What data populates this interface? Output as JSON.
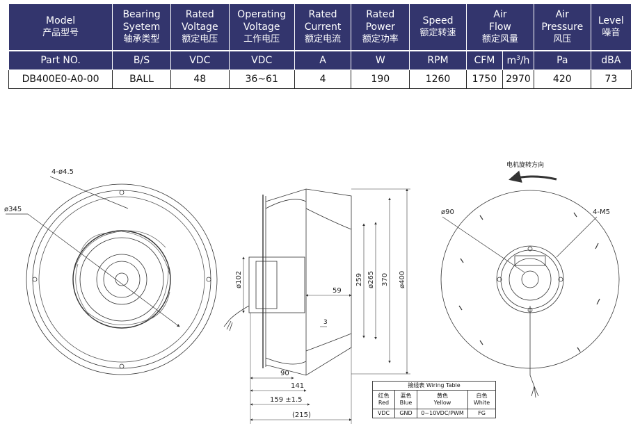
{
  "spec_table": {
    "headers": [
      {
        "en": "Model",
        "cn": "产品型号"
      },
      {
        "en": "Bearing",
        "en2": "Syetem",
        "cn": "轴承类型"
      },
      {
        "en": "Rated",
        "en2": "Voltage",
        "cn": "额定电压"
      },
      {
        "en": "Operating",
        "en2": "Voltage",
        "cn": "工作电压"
      },
      {
        "en": "Rated",
        "en2": "Current",
        "cn": "额定电流"
      },
      {
        "en": "Rated",
        "en2": "Power",
        "cn": "额定功率"
      },
      {
        "en": "Speed",
        "cn": "额定转速"
      },
      {
        "en": "Air",
        "en2": "Flow",
        "cn": "额定风量"
      },
      {
        "en": "Air",
        "en2": "Pressure",
        "cn": "风压"
      },
      {
        "en": "Level",
        "cn": "噪音"
      }
    ],
    "units": [
      "Part NO.",
      "B/S",
      "VDC",
      "VDC",
      "A",
      "W",
      "RPM",
      "CFM",
      "m",
      "3",
      "/h",
      "Pa",
      "dBA"
    ],
    "values": [
      "DB400E0-A0-00",
      "BALL",
      "48",
      "36~61",
      "4",
      "190",
      "1260",
      "1750",
      "2970",
      "420",
      "73"
    ]
  },
  "drawing_labels": {
    "holes": "4-ø4.5",
    "d345": "ø345",
    "d102": "ø102",
    "d259": "259",
    "d265": "ø265",
    "d370": "370",
    "d400": "ø400",
    "d59": "59",
    "d3": "3",
    "d90": "90",
    "d141": "141",
    "d159": "159 ±1.5",
    "d215": "(215)",
    "rotation": "电机旋转方向",
    "back_d90": "ø90",
    "m5": "4-M5"
  },
  "wiring_table": {
    "title": "接线表 Wiring Table",
    "wires": [
      {
        "cn": "红色",
        "en": "Red",
        "func": "VDC"
      },
      {
        "cn": "蓝色",
        "en": "Blue",
        "func": "GND"
      },
      {
        "cn": "黄色",
        "en": "Yellow",
        "func": "0~10VDC/PWM"
      },
      {
        "cn": "白色",
        "en": "White",
        "func": "FG"
      }
    ]
  },
  "colors": {
    "header_bg": "#33356d",
    "header_text": "#ffffff",
    "line": "#333333"
  }
}
